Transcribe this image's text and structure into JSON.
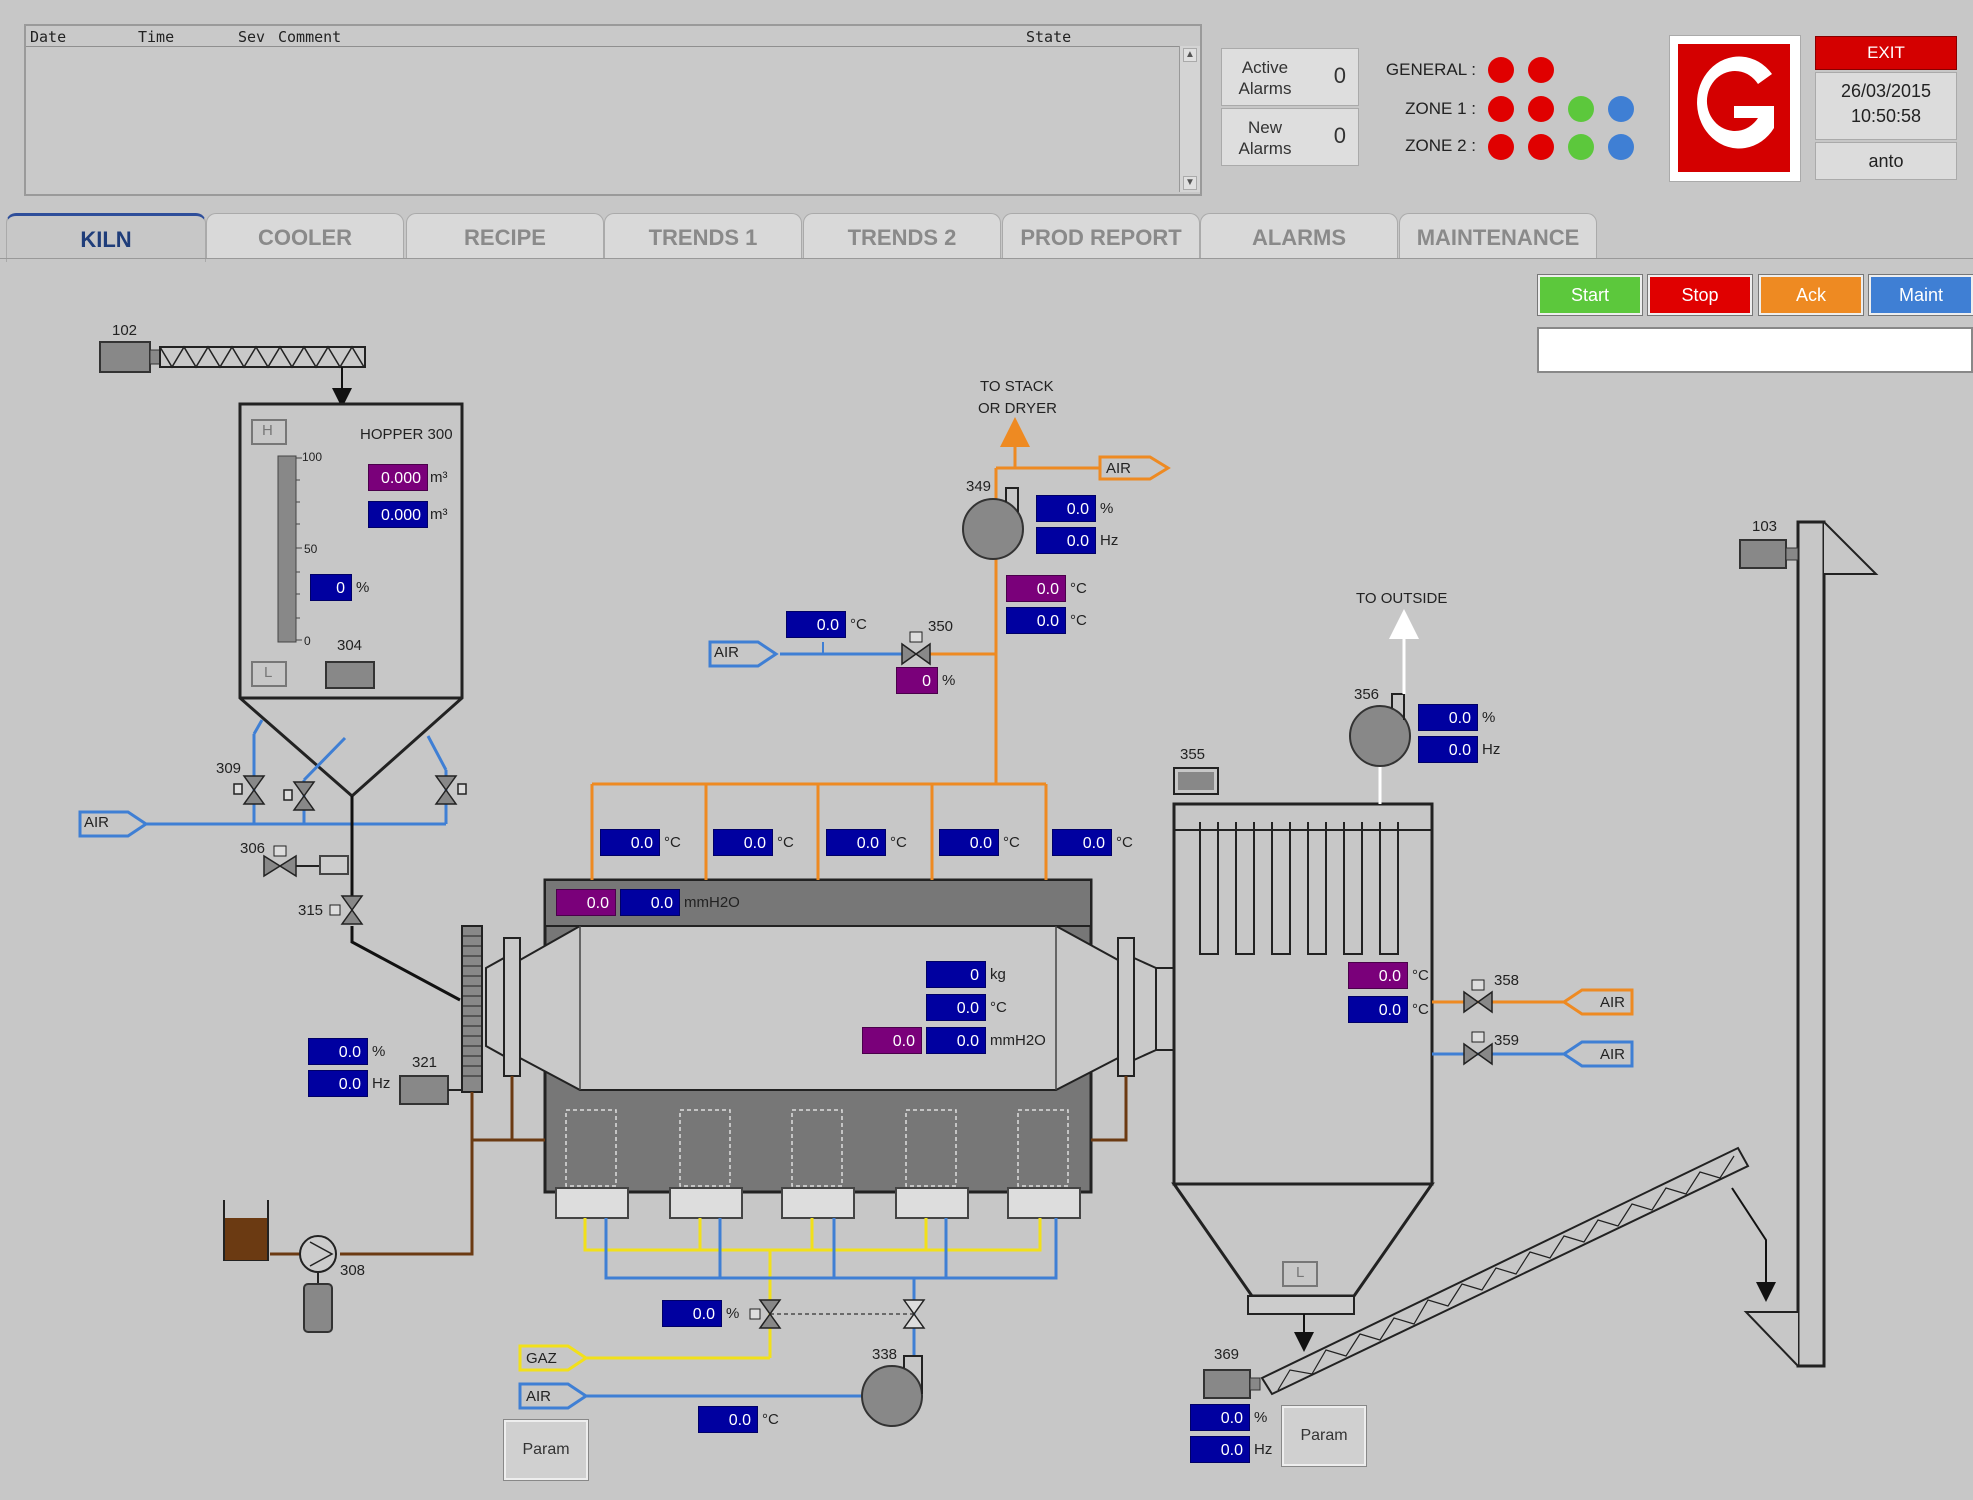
{
  "alarm_list": {
    "col_date": "Date",
    "col_time": "Time",
    "col_sev": "Sev",
    "col_comment": "Comment",
    "col_state": "State"
  },
  "alarm_counts": {
    "active_label": "Active Alarms",
    "active_value": "0",
    "new_label": "New Alarms",
    "new_value": "0"
  },
  "status": {
    "general_label": "GENERAL :",
    "zone1_label": "ZONE 1 :",
    "zone2_label": "ZONE 2 :",
    "colors": {
      "red": "#e00000",
      "green": "#5cc83c",
      "blue": "#3f7fd4"
    }
  },
  "header": {
    "exit_label": "EXIT",
    "date": "26/03/2015",
    "time": "10:50:58",
    "user": "anto"
  },
  "tabs": [
    "KILN",
    "COOLER",
    "RECIPE",
    "TRENDS 1",
    "TRENDS 2",
    "PROD REPORT",
    "ALARMS",
    "MAINTENANCE"
  ],
  "commands": {
    "start": "Start",
    "stop": "Stop",
    "ack": "Ack",
    "maint": "Maint",
    "colors": {
      "start": "#5cc83c",
      "stop": "#e00000",
      "ack": "#ee8a22",
      "maint": "#3f7fd4"
    }
  },
  "units": {
    "pct": "%",
    "hz": "Hz",
    "degc": "°C",
    "mmh2o": "mmH2O",
    "kg": "kg",
    "m3": "m³"
  },
  "labels": {
    "air": "AIR",
    "gaz": "GAZ",
    "to_stack": "TO STACK",
    "or_dryer": "OR DRYER",
    "to_outside": "TO OUTSIDE",
    "hopper": "HOPPER 300",
    "h": "H",
    "l": "L",
    "param": "Param",
    "scale_100": "100",
    "scale_50": "50",
    "scale_0": "0"
  },
  "tags": {
    "t102": "102",
    "t103": "103",
    "t304": "304",
    "t306": "306",
    "t308": "308",
    "t309": "309",
    "t315": "315",
    "t321": "321",
    "t338": "338",
    "t349": "349",
    "t350": "350",
    "t355": "355",
    "t356": "356",
    "t358": "358",
    "t359": "359",
    "t369": "369"
  },
  "values": {
    "hopper_vol1": "0.000",
    "hopper_vol2": "0.000",
    "hopper_level": "0",
    "fan349_pct": "0.0",
    "fan349_hz": "0.0",
    "duct_t1": "0.0",
    "duct_t2": "0.0",
    "air350_t": "0.0",
    "valve350_pct": "0",
    "fan356_pct": "0.0",
    "fan356_hz": "0.0",
    "zone_t1": "0.0",
    "zone_t2": "0.0",
    "zone_t3": "0.0",
    "zone_t4": "0.0",
    "zone_t5": "0.0",
    "kiln_p1": "0.0",
    "kiln_p2": "0.0",
    "kiln_kg": "0",
    "kiln_t": "0.0",
    "kiln_p3": "0.0",
    "kiln_p4": "0.0",
    "drive321_pct": "0.0",
    "drive321_hz": "0.0",
    "filter_t1": "0.0",
    "filter_t2": "0.0",
    "gas_valve_pct": "0.0",
    "burner_air_t": "0.0",
    "conv369_pct": "0.0",
    "conv369_hz": "0.0"
  }
}
